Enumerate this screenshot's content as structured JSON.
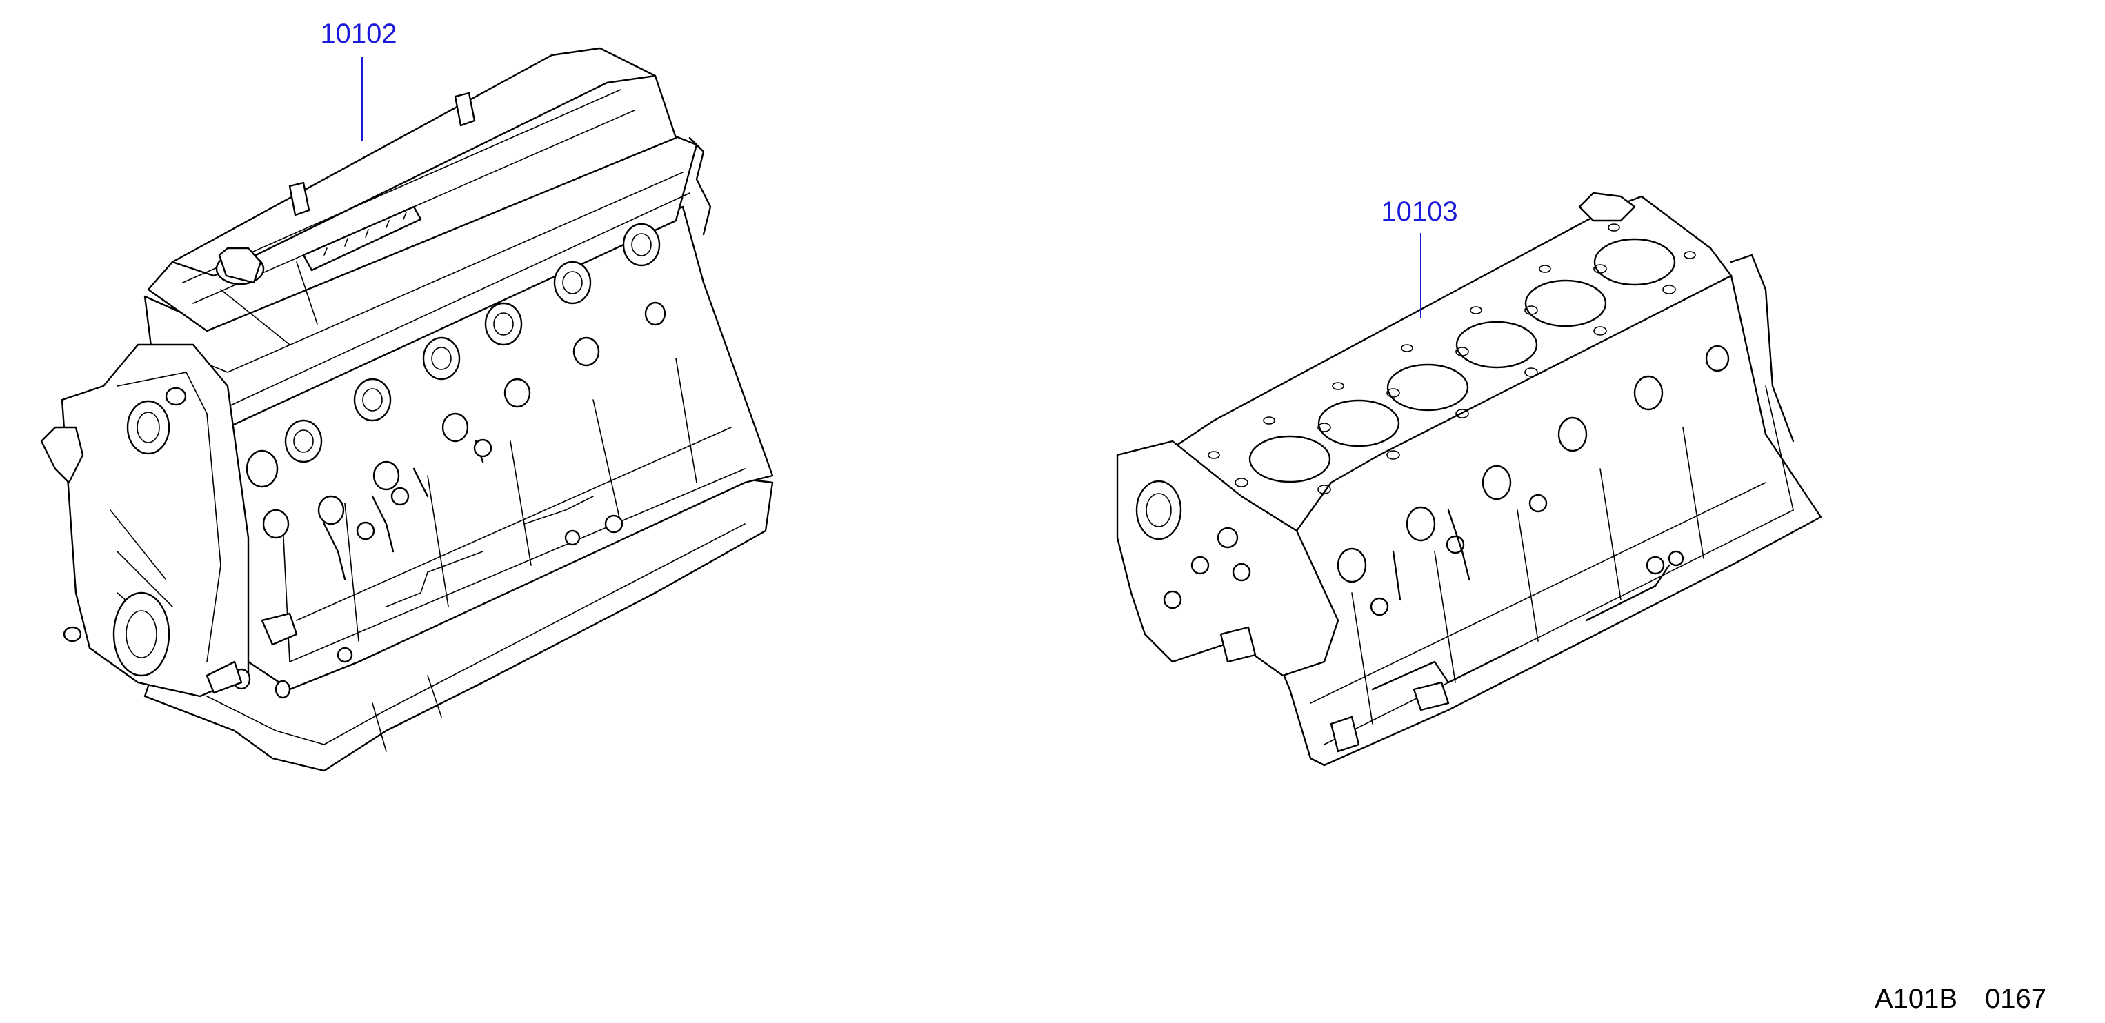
{
  "callouts": [
    {
      "label": "10102",
      "part": "complete engine assembly"
    },
    {
      "label": "10103",
      "part": "short engine block"
    }
  ],
  "footer": {
    "code": "A101B",
    "number": "0167"
  },
  "colors": {
    "callout": "#1a1adb",
    "line": "#000000",
    "background": "#ffffff"
  }
}
